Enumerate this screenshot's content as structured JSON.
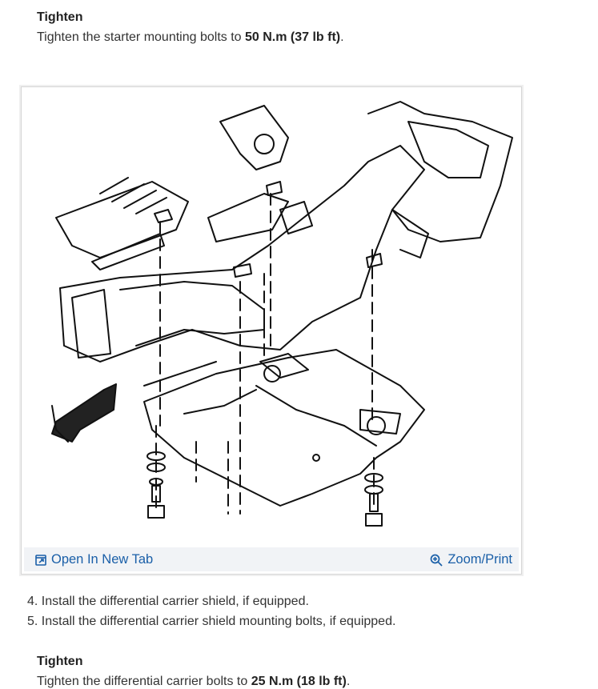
{
  "top_spec": {
    "heading": "Tighten",
    "text_before": "Tighten the starter mounting bolts to ",
    "value": "50 N.m (37 lb ft)",
    "text_after": "."
  },
  "figure": {
    "open_link": "Open In New Tab",
    "zoom_link": "Zoom/Print",
    "accent_color": "#1a5fa8",
    "icons": [
      "open-new-tab-icon",
      "zoom-icon"
    ]
  },
  "steps": [
    {
      "number": "4.",
      "text": "Install the differential carrier shield, if equipped."
    },
    {
      "number": "5.",
      "text": "Install the differential carrier shield mounting bolts, if equipped."
    }
  ],
  "bottom_spec": {
    "heading": "Tighten",
    "text_before": "Tighten the differential carrier bolts to ",
    "value": "25 N.m (18 lb ft)",
    "text_after": "."
  }
}
